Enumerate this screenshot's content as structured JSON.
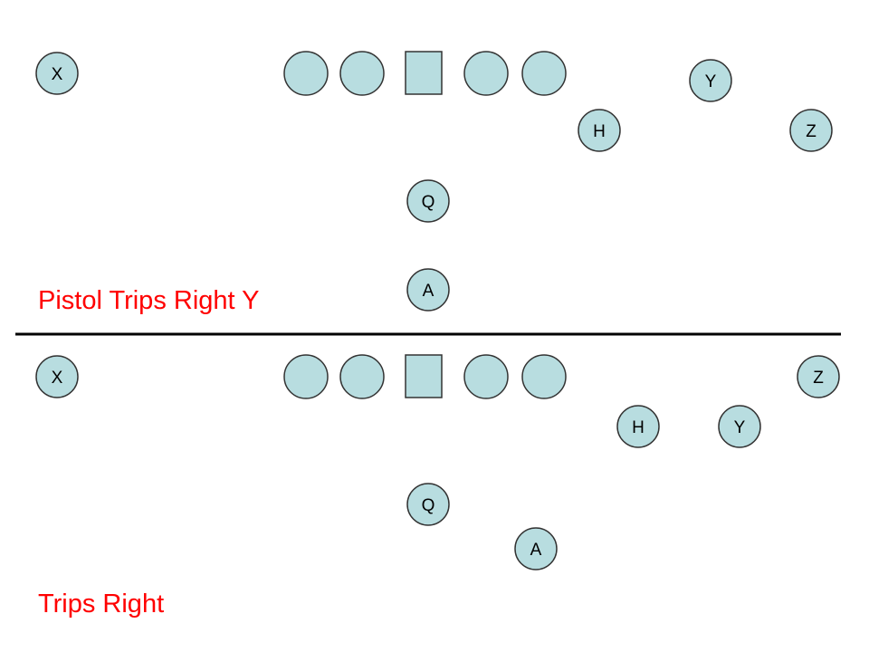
{
  "formations": [
    {
      "title": "Pistol Trips Right Y",
      "players": [
        {
          "label": "X"
        },
        {
          "label": "Y"
        },
        {
          "label": "H"
        },
        {
          "label": "Z"
        },
        {
          "label": "Q"
        },
        {
          "label": "A"
        }
      ]
    },
    {
      "title": "Trips Right",
      "players": [
        {
          "label": "X"
        },
        {
          "label": "Z"
        },
        {
          "label": "H"
        },
        {
          "label": "Y"
        },
        {
          "label": "Q"
        },
        {
          "label": "A"
        }
      ]
    }
  ],
  "colors": {
    "lineman_fill": "#b8dde0",
    "player_fill": "#b8dde0",
    "outline": "#333333",
    "title": "#ff0000",
    "divider": "#000000"
  }
}
